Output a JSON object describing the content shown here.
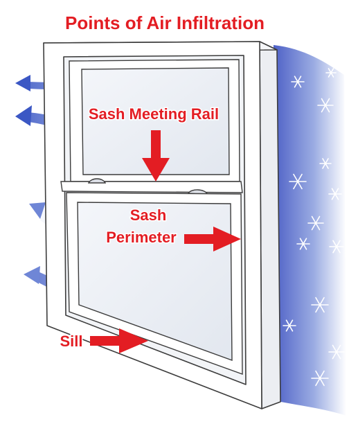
{
  "title": "Points of Air Infiltration",
  "labels": {
    "meeting_rail": "Sash Meeting Rail",
    "perimeter_line1": "Sash",
    "perimeter_line2": "Perimeter",
    "sill": "Sill"
  },
  "colors": {
    "label_red": "#e31d23",
    "air_blue": "#3a4fc0",
    "air_light": "#d9e2f7",
    "frame_white": "#ffffff",
    "frame_outline": "#3c3c3c",
    "glass": "#eef1f6"
  },
  "icons": [
    "snowflake-icon",
    "arrow-icon"
  ]
}
